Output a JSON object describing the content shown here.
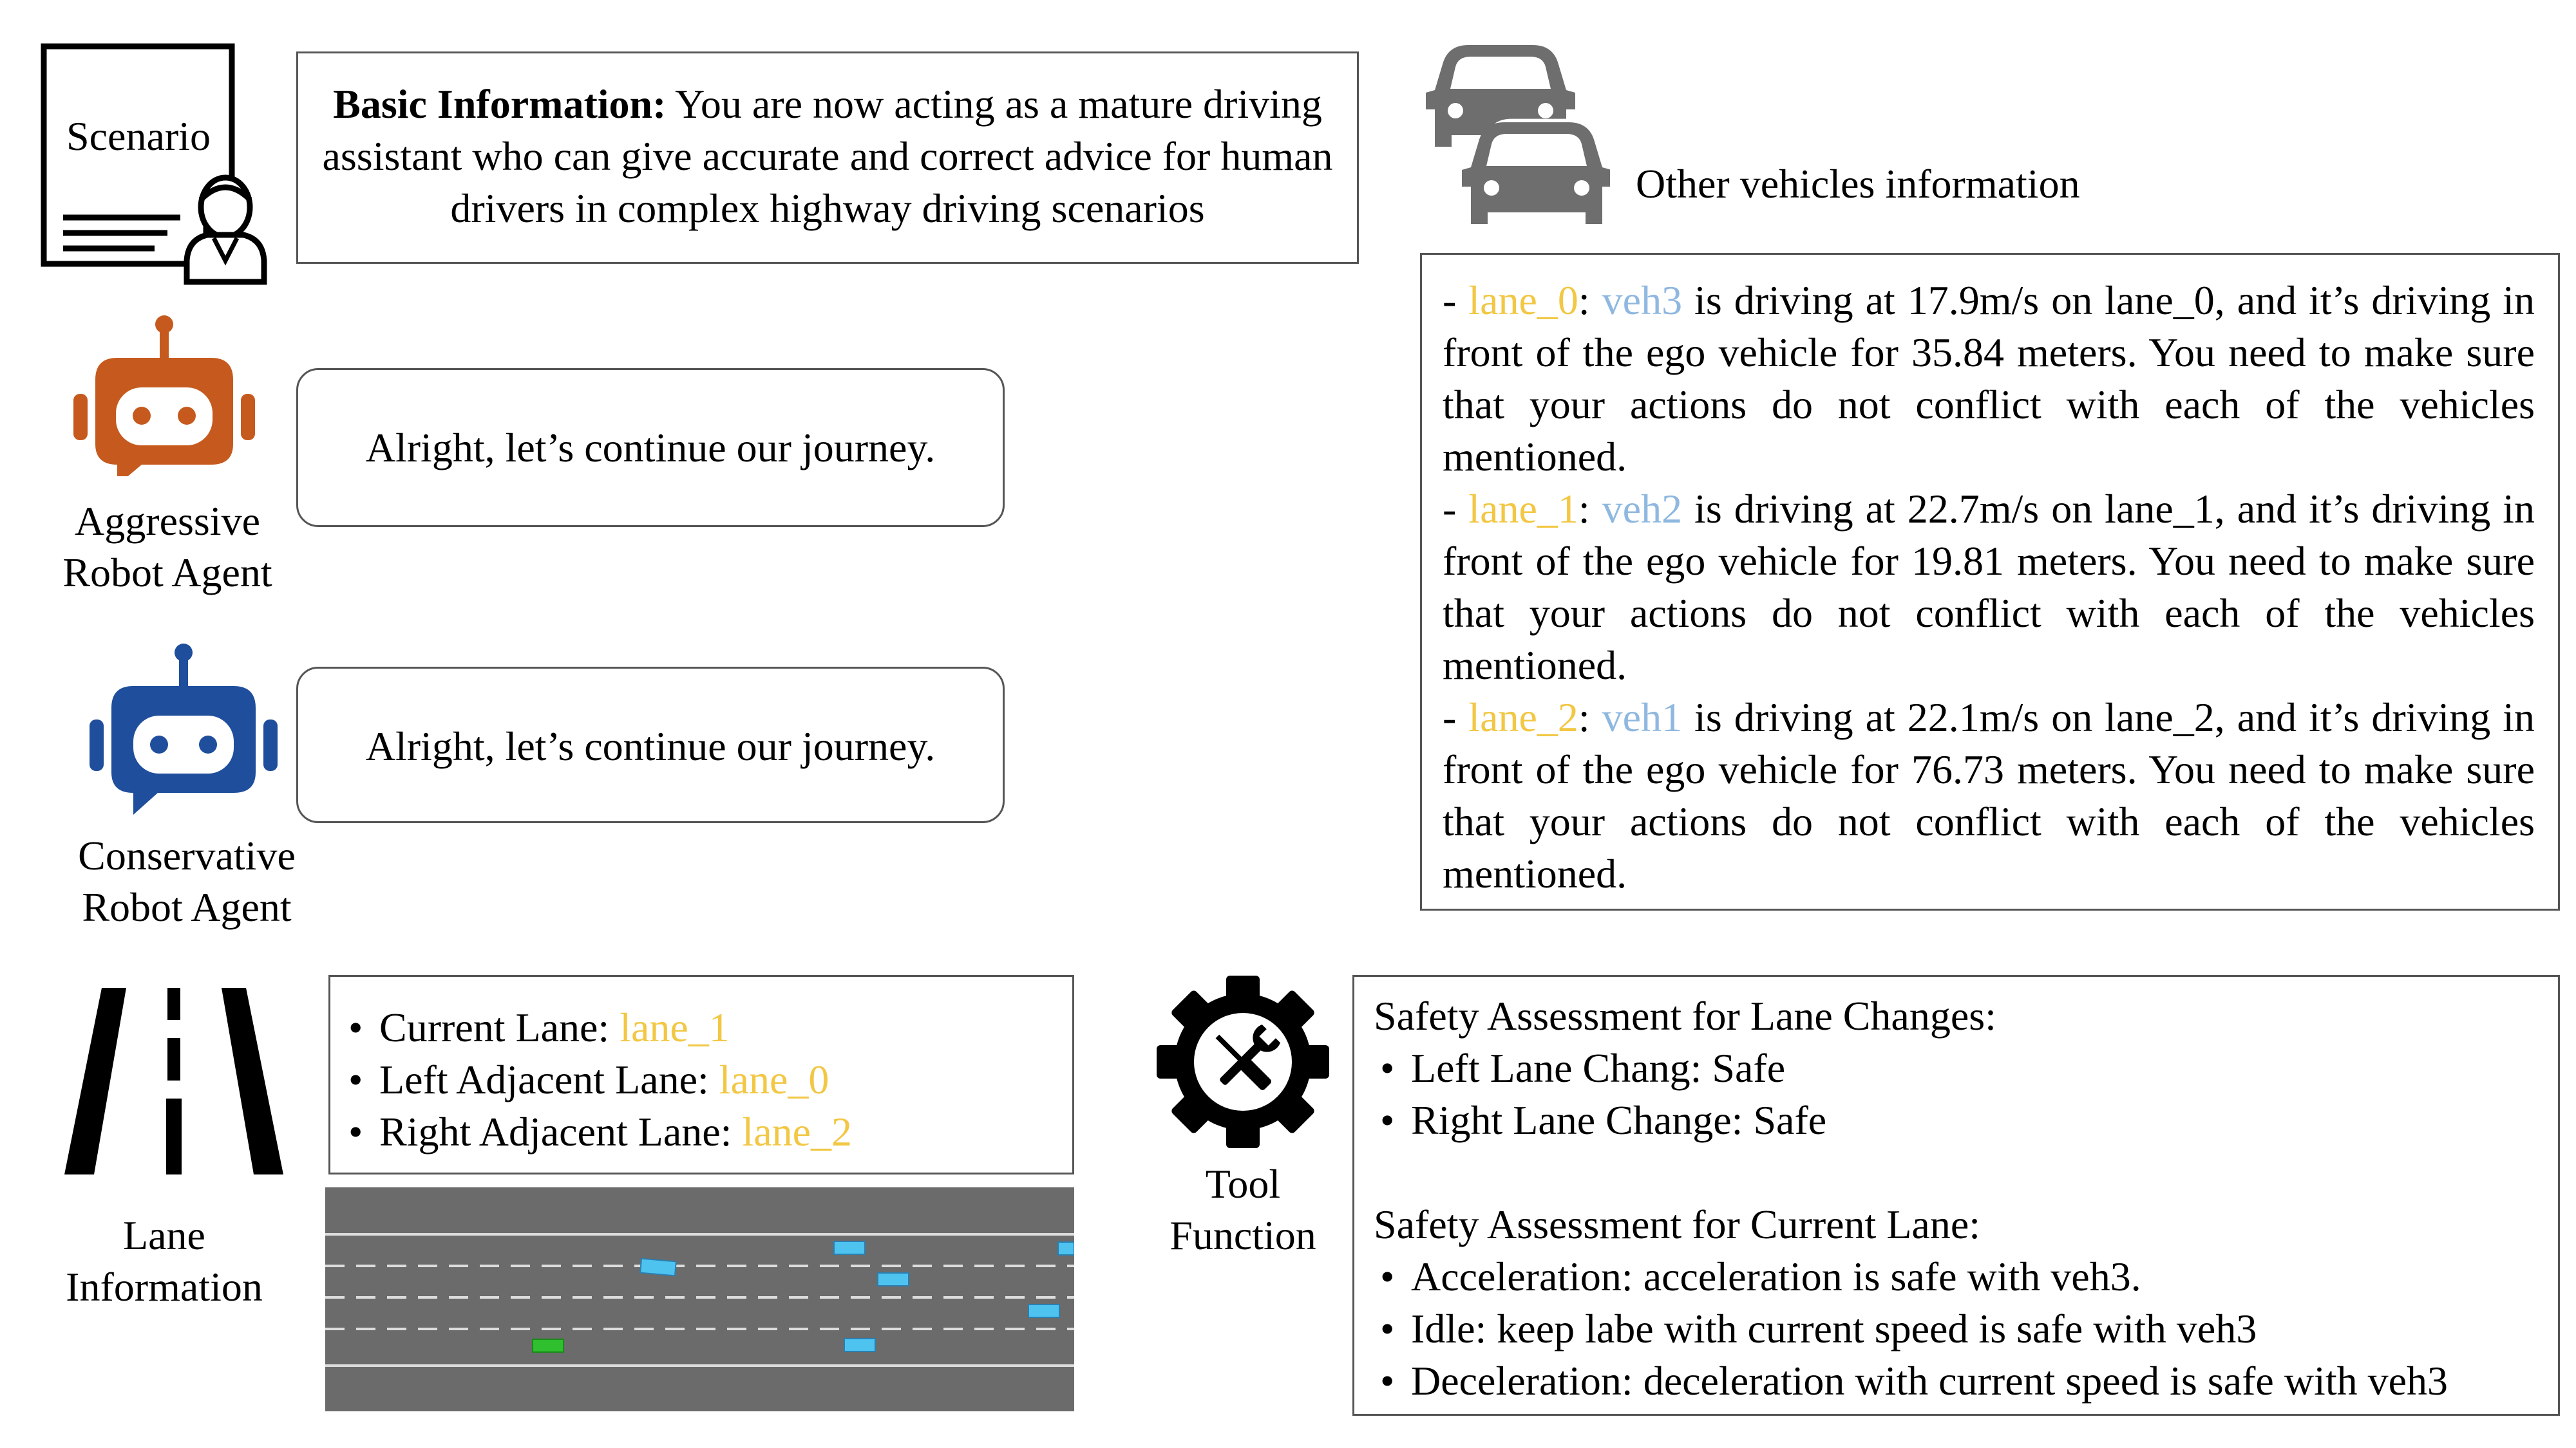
{
  "scenario": {
    "icon_label": "Scenario",
    "bold_prefix": "Basic Information:",
    "text": "You are now acting as a mature driving assistant who can give accurate and correct advice for human drivers in complex highway driving scenarios"
  },
  "aggressive_agent": {
    "label_line1": "Aggressive",
    "label_line2": "Robot Agent",
    "message": "Alright, let’s continue our journey.",
    "color": "#c65a1e"
  },
  "conservative_agent": {
    "label_line1": "Conservative",
    "label_line2": "Robot Agent",
    "message": "Alright, let’s continue our journey.",
    "color": "#1f4e9c"
  },
  "other_vehicles": {
    "title": "Other vehicles information",
    "entries": [
      {
        "dash": "- ",
        "lane": "lane_0",
        "veh": "veh3",
        "text": " is driving at 17.9m/s on lane_0, and it’s driving in front of the ego vehicle for 35.84 meters. You need to make sure that your actions do not conflict with each of the vehicles mentioned."
      },
      {
        "dash": "- ",
        "lane": "lane_1",
        "veh": "veh2",
        "text": " is driving at 22.7m/s on lane_1, and it’s driving in front of the ego vehicle for 19.81 meters. You need to make sure that your actions do not conflict with each of the vehicles mentioned."
      },
      {
        "dash": "- ",
        "lane": "lane_2",
        "veh": "veh1",
        "text": " is driving at 22.1m/s on lane_2, and it’s driving in front of the ego vehicle for 76.73 meters. You need to make sure that your actions do not conflict with each of the vehicles mentioned."
      }
    ]
  },
  "lane_info": {
    "label_line1": "Lane",
    "label_line2": "Information",
    "items": [
      {
        "key": "Current Lane: ",
        "value": "lane_1"
      },
      {
        "key": "Left Adjacent Lane: ",
        "value": "lane_0"
      },
      {
        "key": "Right Adjacent Lane: ",
        "value": "lane_2"
      }
    ]
  },
  "tool_function": {
    "label_line1": "Tool",
    "label_line2": "Function",
    "lane_change_title": "Safety Assessment for Lane Changes:",
    "lane_change_items": [
      "Left Lane Chang: Safe",
      "Right Lane Change: Safe"
    ],
    "current_lane_title": "Safety Assessment for Current Lane:",
    "current_lane_items": [
      "Acceleration: acceleration is safe with veh3.",
      "Idle: keep labe with current speed is safe with veh3",
      "Deceleration: deceleration with current speed is safe with veh3"
    ]
  },
  "colors": {
    "lane_name": "#f2c744",
    "vehicle_name": "#8fb8e0",
    "icon_gray": "#6e6e6e",
    "road": "#6b6b6b",
    "other_car": "#4ec3f0",
    "ego_car": "#2fbf2f"
  }
}
